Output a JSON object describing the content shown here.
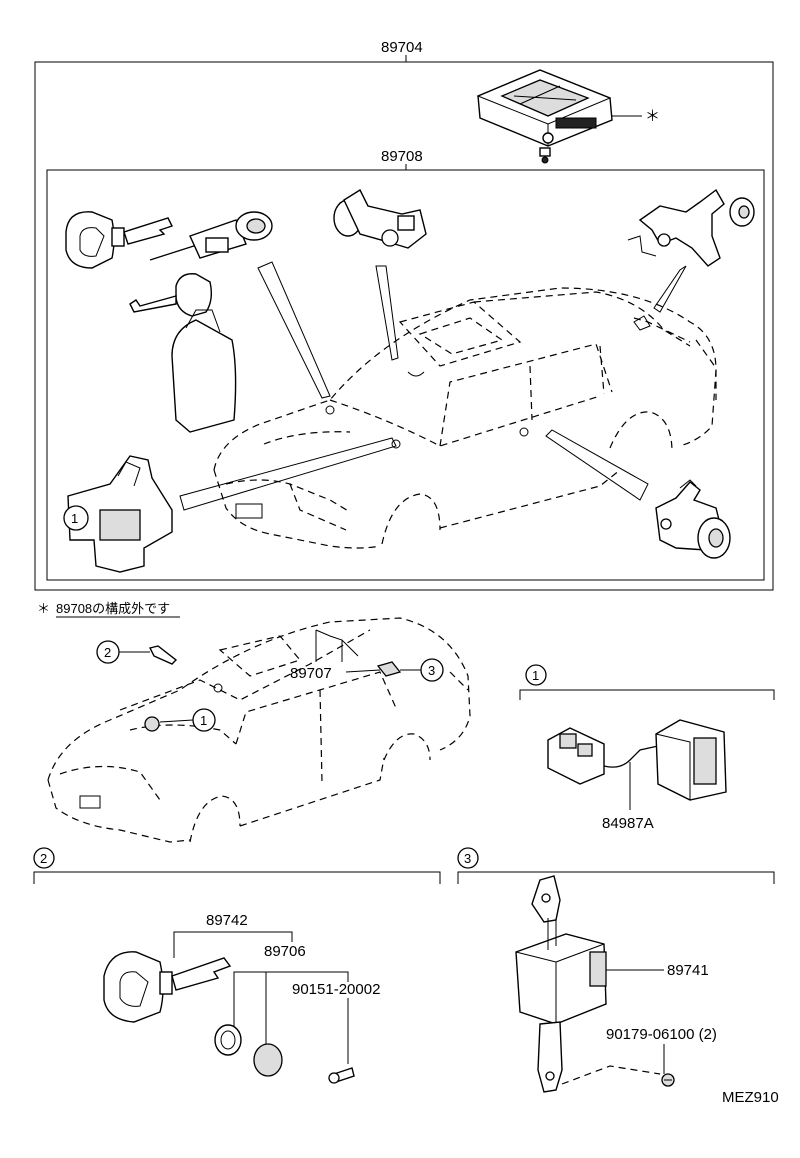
{
  "labels": {
    "assembly_main": "89704",
    "assembly_sub": "89708",
    "footnote_mark": "＊",
    "footnote_text": "89708の構成外です",
    "computer_note": "＊",
    "part_89707": "89707",
    "part_84987a": "84987A",
    "part_89742": "89742",
    "part_89706": "89706",
    "part_90151": "90151-20002",
    "part_89741": "89741",
    "part_90179": "90179-06100 (2)",
    "diagram_code": "MEZ910"
  },
  "callouts": {
    "c1": "1",
    "c2": "2",
    "c3": "3"
  },
  "icons": [
    "key-icon",
    "lock-cylinder-icon",
    "door-lock-actuator-icon",
    "control-module-icon",
    "switch-icon",
    "bolt-icon",
    "o-ring-icon",
    "cap-icon",
    "car-outline-icon"
  ]
}
